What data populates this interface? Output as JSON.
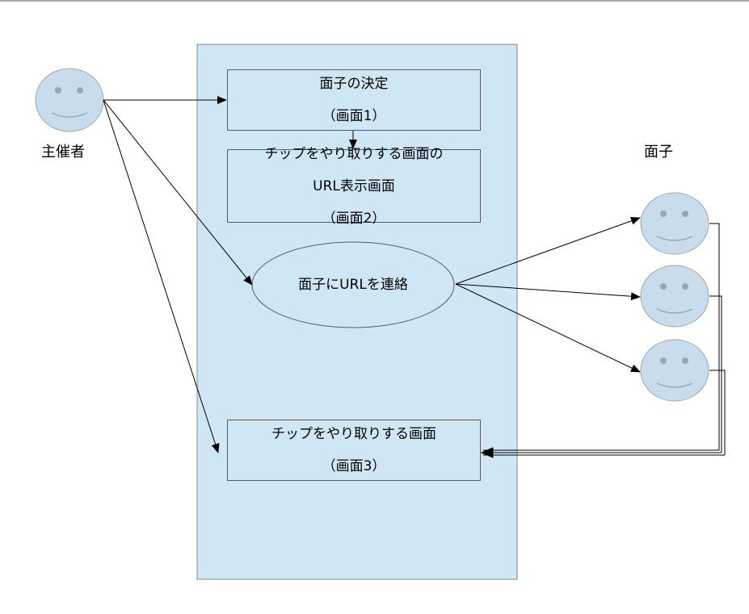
{
  "actors": {
    "organizer": {
      "label": "主催者"
    },
    "members_group": {
      "label": "面子"
    }
  },
  "steps": {
    "decide_members": {
      "line1": "面子の決定",
      "line2": "（画面1）"
    },
    "url_screen": {
      "line1": "チップをやり取りする画面の",
      "line2": "URL表示画面",
      "line3": "（画面2）"
    },
    "contact": {
      "label": "面子にURLを連絡"
    },
    "chip_screen": {
      "line1": "チップをやり取りする画面",
      "line2": "（画面3）"
    }
  },
  "colors": {
    "system_fill": "#cfe7f5",
    "actor_fill": "#c9dcec",
    "stroke": "#5a5a5a"
  }
}
